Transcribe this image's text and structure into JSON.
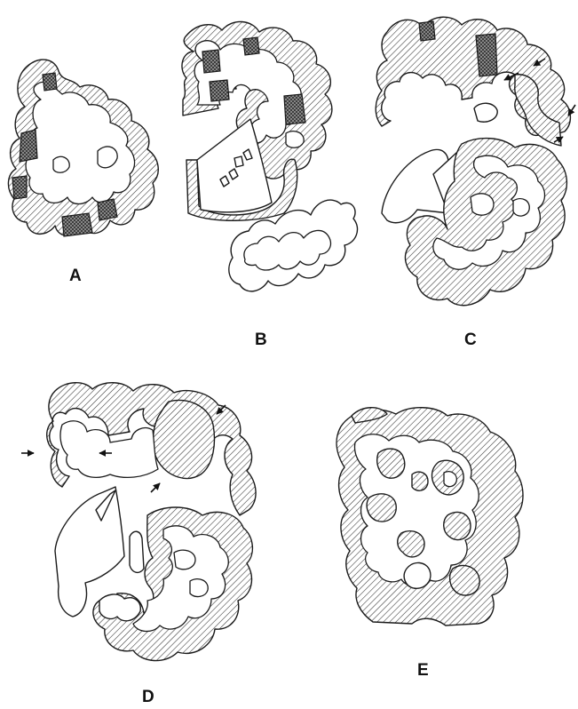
{
  "figure": {
    "panels": [
      {
        "id": "A",
        "label": "A"
      },
      {
        "id": "B",
        "label": "B"
      },
      {
        "id": "C",
        "label": "C"
      },
      {
        "id": "D",
        "label": "D"
      },
      {
        "id": "E",
        "label": "E"
      }
    ]
  }
}
